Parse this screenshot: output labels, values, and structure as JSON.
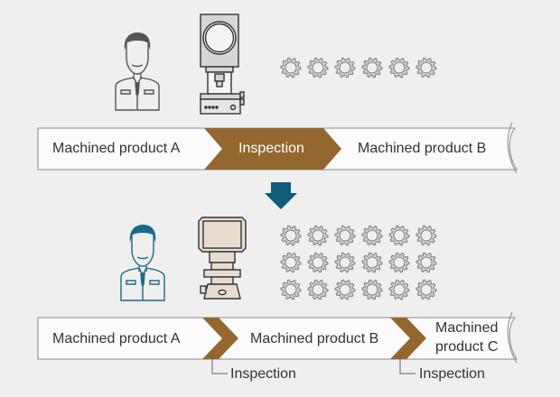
{
  "colors": {
    "background": "#efefef",
    "inspection_brown": "#93672f",
    "arrow_blue": "#0f5b78",
    "person_before": "#555555",
    "person_after": "#1a6a87",
    "gear_fill": "#d2d2d2",
    "gear_stroke": "#7a7a7a",
    "instrument_after_fill": "#e6ddd0"
  },
  "before": {
    "person_icon": "worker-icon",
    "instrument_icon": "profile-projector-icon",
    "gear_count": 6,
    "flow": {
      "step1": "Machined product A",
      "step2": "Inspection",
      "step3": "Machined product B"
    }
  },
  "transition_icon": "arrow-down-icon",
  "after": {
    "person_icon": "worker-icon",
    "instrument_icon": "measuring-system-icon",
    "gear_rows": 3,
    "gear_cols": 6,
    "flow": {
      "step1": "Machined product A",
      "step2": "Machined product B",
      "step3_line1": "Machined",
      "step3_line2": "product C",
      "inspection_label_1": "Inspection",
      "inspection_label_2": "Inspection"
    }
  }
}
